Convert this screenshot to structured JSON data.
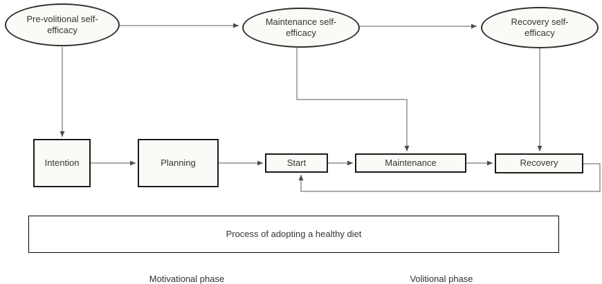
{
  "diagram": {
    "title": "Process of adopting a healthy diet",
    "ellipses": [
      {
        "id": "pre-volitional-self-efficacy",
        "label": "Pre-volitional self-efficacy"
      },
      {
        "id": "maintenance-self-efficacy",
        "label": "Maintenance self-efficacy"
      },
      {
        "id": "recovery-self-efficacy",
        "label": "Recovery self-efficacy"
      }
    ],
    "boxes": [
      {
        "id": "intention",
        "label": "Intention"
      },
      {
        "id": "planning",
        "label": "Planning"
      },
      {
        "id": "start",
        "label": "Start"
      },
      {
        "id": "maintenance",
        "label": "Maintenance"
      },
      {
        "id": "recovery",
        "label": "Recovery"
      }
    ],
    "process_box": {
      "label": "Process of adopting a healthy diet"
    },
    "phases": [
      {
        "label": "Motivational phase"
      },
      {
        "label": "Volitional phase"
      }
    ],
    "colors": {
      "node_fill": "#fbfaf7",
      "ellipse_border": "#2e2e2e",
      "box_border": "#1a1a1a",
      "connector_line": "#8f8f8f",
      "arrowhead": "#4d4d4d",
      "text": "#333333",
      "background": "#ffffff"
    }
  }
}
